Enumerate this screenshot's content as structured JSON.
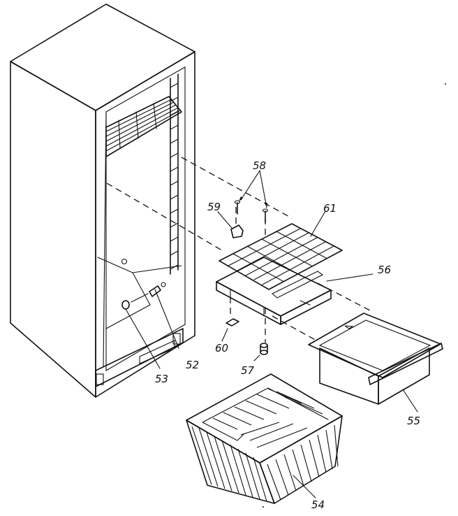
{
  "callouts": {
    "c52": "52",
    "c53": "53",
    "c54": "54",
    "c55": "55",
    "c56": "56",
    "c57": "57",
    "c58": "58",
    "c59": "59",
    "c60": "60",
    "c61": "61"
  },
  "colors": {
    "ink": "#111111",
    "paper": "#ffffff"
  }
}
